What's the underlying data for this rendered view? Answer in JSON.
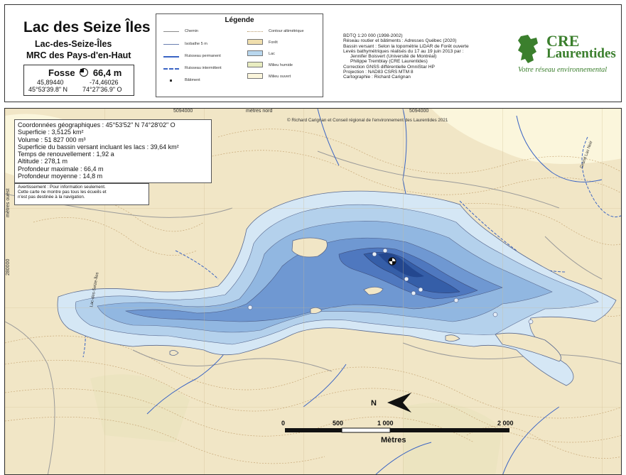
{
  "title": {
    "main": "Lac des Seize Îles",
    "municipality": "Lac-des-Seize-Îles",
    "mrc": "MRC des Pays-d'en-Haut"
  },
  "fosse": {
    "label": "Fosse",
    "depth": "66,4 m",
    "lat_dec": "45,89440",
    "lon_dec": "-74,46026",
    "lat_dms": "45°53'39.8\" N",
    "lon_dms": "74°27'36.9\" O"
  },
  "legend": {
    "title": "Légende",
    "left": [
      "Chemin",
      "Isobathe 5 m",
      "Ruisseau permanent",
      "Ruisseau intermittent",
      "Bâtiment"
    ],
    "right": [
      "Contour altimétrique",
      "Forêt",
      "Lac",
      "Milieu humide",
      "Milieu ouvert"
    ],
    "colors": {
      "chemin": "#8a8a8a",
      "isobathe": "#6a7fb0",
      "ruisseau": "#3a64c4",
      "foret": "#f0dfae",
      "lac": "#b9d7ee",
      "humide": "#e8ecc0",
      "ouvert": "#fbf6dc"
    }
  },
  "meta": [
    "BDTQ 1:20 000 (1998-2002)",
    "Réseau routier et bâtiments : Adresses Québec (2020)",
    "Bassin versant : Selon la topométrie LiDAR de Forêt ouverte",
    "Levés bathymétriques réalisés du 17 au 19 juin 2013 par :",
    "Jennifer Boisvert (Université de Montréal)",
    "Philippe Tremblay (CRE Laurentides)",
    "Correction GNSS différentielle OmniStar HP",
    "Projection : NAD83 CSRS MTM 8",
    "Cartographie : Richard Carignan"
  ],
  "logo": {
    "line1": "CRE",
    "line2": "Laurentides",
    "tagline": "Votre réseau environnemental",
    "color": "#3b7f2d"
  },
  "info": [
    "Coordonnées géographiques : 45°53'52\" N  74°28'02\" O",
    "Superficie : 3,5125 km²",
    "Volume : 51 827 000 m³",
    "Superficie du bassin versant incluant les lacs : 39,64 km²",
    "Temps de renouvellement : 1,92 a",
    "Altitude : 278,1 m",
    "Profondeur maximale : 66,4 m",
    "Profondeur moyenne : 14,8 m"
  ],
  "warning": [
    "Avertissement : Pour information seulement.",
    "Cette carte ne montre pas tous les écueils et",
    "n'est pas destinée à la navigation."
  ],
  "map": {
    "top_label": "mètres nord",
    "side_label": "mètres ouest",
    "copyright": "© Richard Carignan et Conseil régional de l'environnement des Laurentides 2021",
    "grid_top": [
      "5094000",
      "5094000"
    ],
    "grid_side": "280000",
    "place_grand_lac": "Grand Lac Noir",
    "place_west": "Lac-des-Seize-Îles",
    "north_letter": "N",
    "scale_ticks": [
      "0",
      "500",
      "1 000",
      "2 000"
    ],
    "scale_unit": "Mètres"
  }
}
